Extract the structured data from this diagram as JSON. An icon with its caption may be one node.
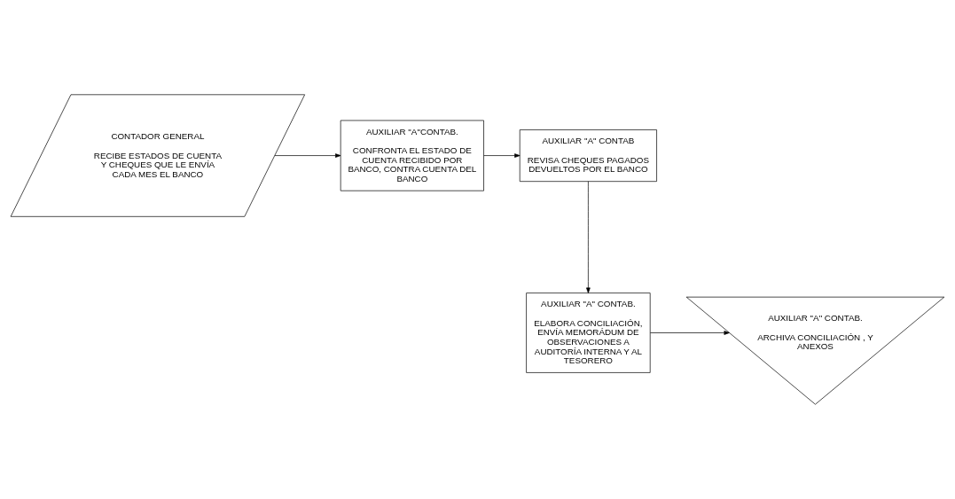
{
  "diagram": {
    "nodes": [
      {
        "text": [
          "CONTADOR GENERAL",
          "RECIBE ESTADOS DE CUENTA Y CHEQUES QUE LE ENVÍA CADA MES EL BANCO"
        ]
      },
      {
        "text": [
          "AUXILIAR \"A\"CONTAB.",
          "CONFRONTA EL ESTADO DE CUENTA RECIBIDO POR BANCO, CONTRA CUENTA DEL BANCO"
        ]
      },
      {
        "text": [
          "AUXILIAR \"A\" CONTAB",
          "REVISA CHEQUES PAGADOS DEVUELTOS POR EL BANCO"
        ]
      },
      {
        "text": [
          "AUXILIAR \"A\" CONTAB.",
          "ELABORA CONCILIACIÓN, ENVÍA MEMORÁDUM DE OBSERVACIONES A AUDITORÍA INTERNA Y AL TESORERO"
        ]
      },
      {
        "text": [
          "AUXILIAR \"A\" CONTAB.",
          "ARCHIVA CONCILIACIÓN , Y ANEXOS"
        ]
      }
    ],
    "edges": [
      {
        "from": 0,
        "to": 1,
        "arrow": "to"
      },
      {
        "from": 1,
        "to": 2,
        "arrow": "to"
      },
      {
        "from": 2,
        "to": 3,
        "arrow": "to"
      },
      {
        "from": 3,
        "to": 4,
        "arrow": "to"
      }
    ]
  }
}
